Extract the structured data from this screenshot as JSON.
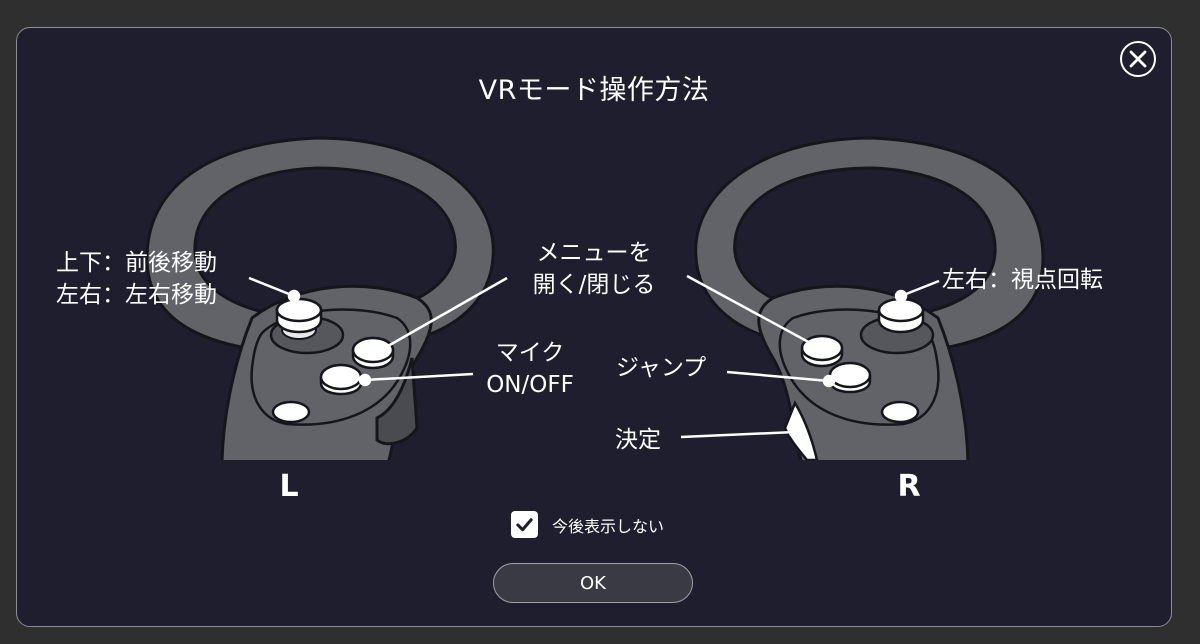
{
  "dialog": {
    "title": "VRモード操作方法",
    "close_icon": "close-icon"
  },
  "left_controller": {
    "hand_label": "L",
    "stick_label_line1": "上下：前後移動",
    "stick_label_line2": "左右：左右移動",
    "menu_label_line1": "メニューを",
    "menu_label_line2": "開く/閉じる",
    "mic_label_line1": "マイク",
    "mic_label_line2": "ON/OFF"
  },
  "right_controller": {
    "hand_label": "R",
    "stick_label": "左右：視点回転",
    "jump_label": "ジャンプ",
    "confirm_label": "決定"
  },
  "dont_show_again": {
    "label": "今後表示しない",
    "checked": true
  },
  "ok_button": {
    "label": "OK"
  },
  "colors": {
    "dialog_bg": "#1e1e2e",
    "controller_fill": "#626269",
    "controller_dark": "#4a4a51",
    "button_fill": "#ffffff"
  }
}
